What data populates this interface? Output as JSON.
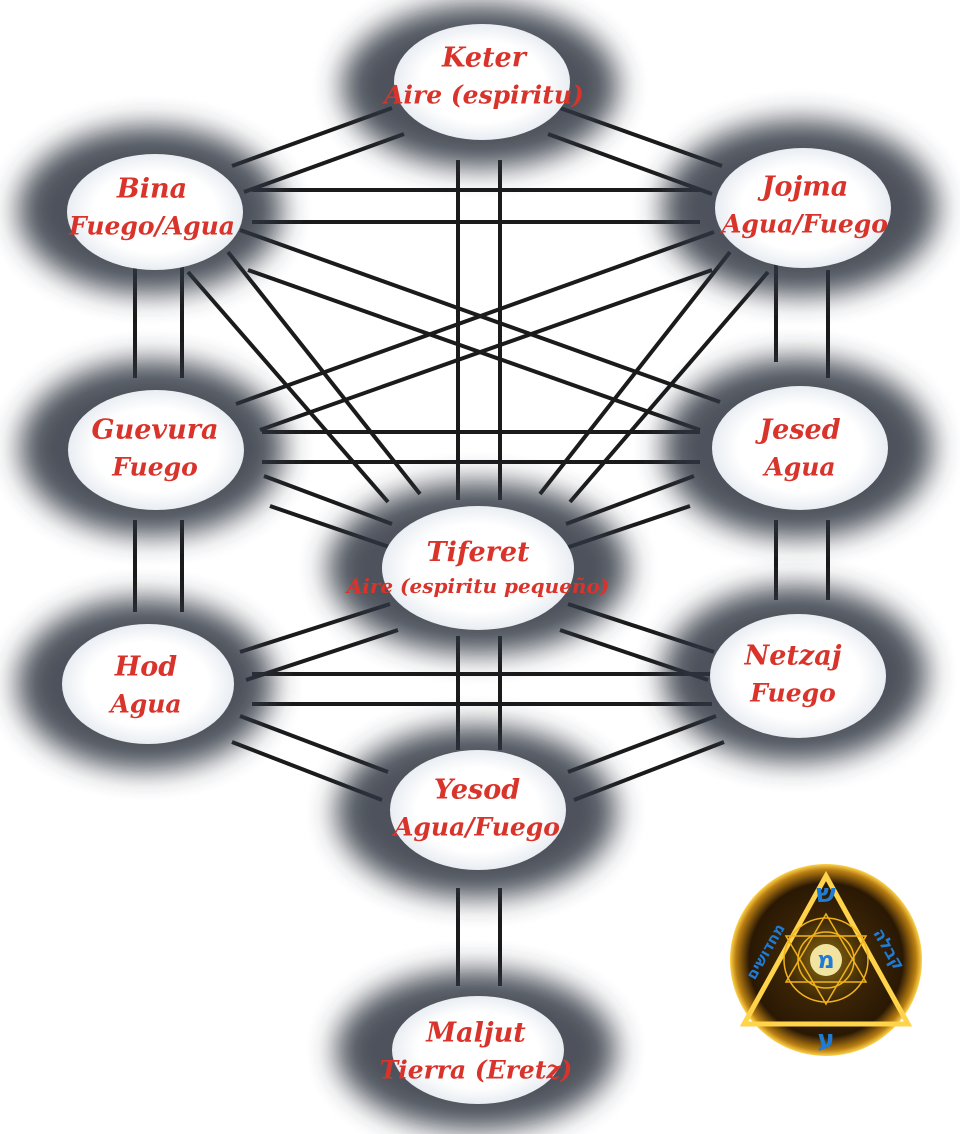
{
  "sefirot": {
    "keter": {
      "name": "Keter",
      "element": "Aire (espiritu)"
    },
    "bina": {
      "name": "Bina",
      "element": "Fuego/Agua"
    },
    "jojma": {
      "name": "Jojma",
      "element": "Agua/Fuego"
    },
    "guevura": {
      "name": "Guevura",
      "element": "Fuego"
    },
    "jesed": {
      "name": "Jesed",
      "element": "Agua"
    },
    "tiferet": {
      "name": "Tiferet",
      "element": "Aire (espiritu pequeño)"
    },
    "hod": {
      "name": "Hod",
      "element": "Agua"
    },
    "netzaj": {
      "name": "Netzaj",
      "element": "Fuego"
    },
    "yesod": {
      "name": "Yesod",
      "element": "Agua/Fuego"
    },
    "maljut": {
      "name": "Maljut",
      "element": "Tierra (Eretz)"
    }
  },
  "colors": {
    "label": "#d9342b",
    "node_halo": "#2e3540",
    "path": "#1b1b1b",
    "seal_gold": "#f2b21b",
    "seal_blue": "#1e7bd6"
  },
  "seal": {
    "center_letter": "מ",
    "top_letter": "ש",
    "bottom_letter": "ע",
    "ring_text_left": "מחדושים",
    "ring_text_right": "קבלה"
  }
}
